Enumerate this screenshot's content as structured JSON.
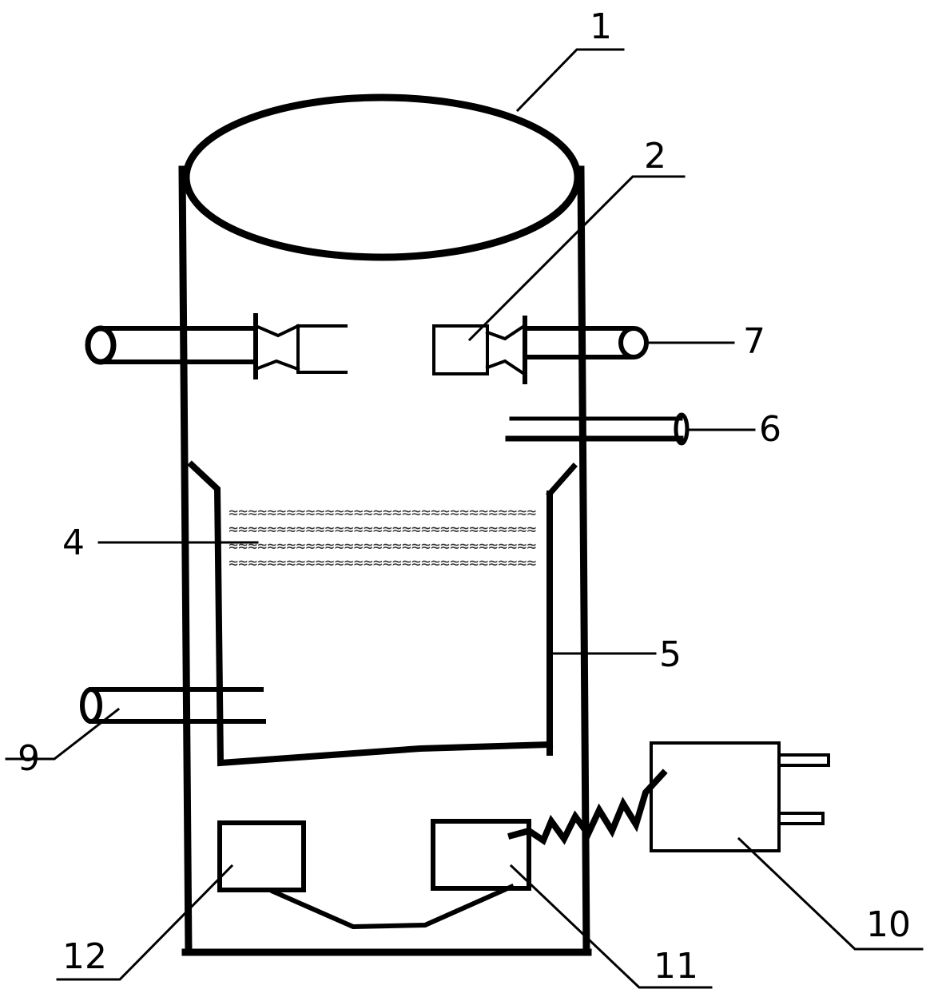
{
  "labels": {
    "l1": "1",
    "l2": "2",
    "l4": "4",
    "l5": "5",
    "l6": "6",
    "l7": "7",
    "l9": "9",
    "l10": "10",
    "l11": "11",
    "l12": "12"
  },
  "colors": {
    "line": "#000000",
    "background": "#ffffff"
  }
}
